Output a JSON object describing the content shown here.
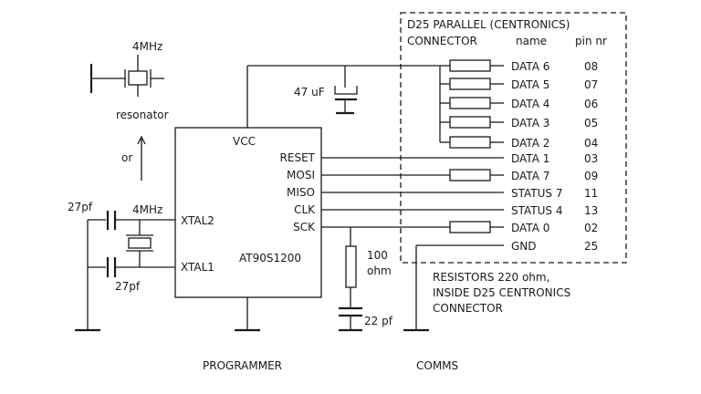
{
  "labels": {
    "connector_title_1": "D25 PARALLEL (CENTRONICS)",
    "connector_title_2": "CONNECTOR",
    "col_name": "name",
    "col_pin": "pin nr",
    "vcc": "VCC",
    "chip": "AT90S1200",
    "xtal2": "XTAL2",
    "xtal1": "XTAL1",
    "freq_top": "4MHz",
    "resonator": "resonator",
    "or": "or",
    "freq_mid": "4MHz",
    "cap_top": "27pf",
    "cap_bottom": "27pf",
    "cap_47": "47 uF",
    "res_100_a": "100",
    "res_100_b": "ohm",
    "cap_22": "22 pf",
    "note_1": "RESISTORS 220 ohm,",
    "note_2": "INSIDE D25 CENTRONICS",
    "note_3": "CONNECTOR",
    "programmer": "PROGRAMMER",
    "comms": "COMMS"
  },
  "chip_pins": [
    "RESET",
    "MOSI",
    "MISO",
    "CLK",
    "SCK"
  ],
  "signals": [
    {
      "name": "DATA 6",
      "pin": "08"
    },
    {
      "name": "DATA 5",
      "pin": "07"
    },
    {
      "name": "DATA 4",
      "pin": "06"
    },
    {
      "name": "DATA 3",
      "pin": "05"
    },
    {
      "name": "DATA 2",
      "pin": "04"
    },
    {
      "name": "DATA 1",
      "pin": "03"
    },
    {
      "name": "DATA 7",
      "pin": "09"
    },
    {
      "name": "STATUS 7",
      "pin": "11"
    },
    {
      "name": "STATUS 4",
      "pin": "13"
    },
    {
      "name": "DATA 0",
      "pin": "02"
    },
    {
      "name": "GND",
      "pin": "25"
    }
  ]
}
